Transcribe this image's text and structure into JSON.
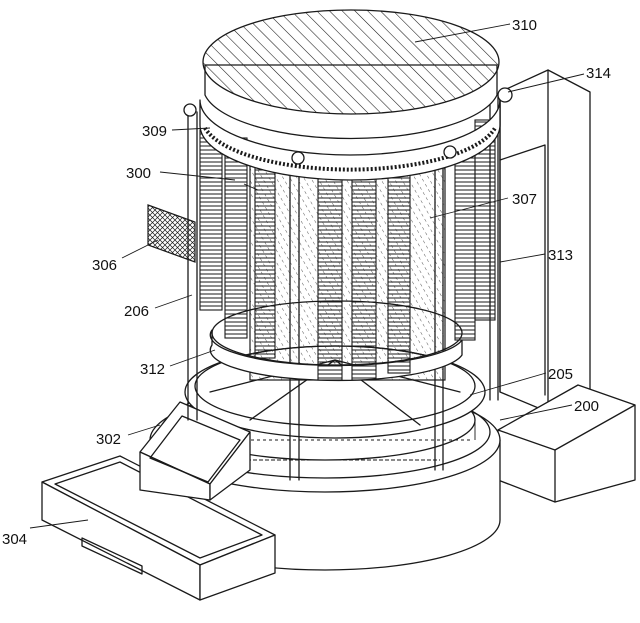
{
  "labels": [
    {
      "id": "l310",
      "text": "310"
    },
    {
      "id": "l314",
      "text": "314"
    },
    {
      "id": "l309",
      "text": "309"
    },
    {
      "id": "l300",
      "text": "300"
    },
    {
      "id": "l307",
      "text": "307"
    },
    {
      "id": "l306",
      "text": "306"
    },
    {
      "id": "l313",
      "text": "313"
    },
    {
      "id": "l206",
      "text": "206"
    },
    {
      "id": "l312",
      "text": "312"
    },
    {
      "id": "l205",
      "text": "205"
    },
    {
      "id": "l302",
      "text": "302"
    },
    {
      "id": "l200",
      "text": "200"
    },
    {
      "id": "l304",
      "text": "304"
    }
  ]
}
